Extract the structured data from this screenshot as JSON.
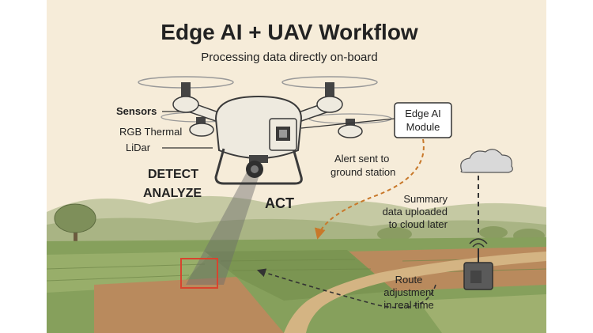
{
  "title": "Edge AI + UAV Workflow",
  "subtitle": "Processing data directly on-board",
  "sensors": {
    "heading": "Sensors",
    "line1": "RGB Thermal",
    "line2": "LiDar"
  },
  "stages": {
    "detect": "DETECT",
    "analyze": "ANALYZE",
    "act": "ACT"
  },
  "edge_module": {
    "line1": "Edge AI",
    "line2": "Module"
  },
  "alert": {
    "line1": "Alert sent to",
    "line2": "ground station"
  },
  "summary": {
    "line1": "Summary",
    "line2": "data uploaded",
    "line3": "to cloud later"
  },
  "route": {
    "line1": "Route",
    "line2": "adjustment",
    "line3": "in real time"
  },
  "colors": {
    "background": "#f6ecd9",
    "field_green": "#7f9a57",
    "field_brown": "#b98a5d",
    "path": "#d4b483",
    "drone_body": "#eeeadf",
    "outline": "#3a3a3a",
    "alert_arrow": "#c8782a",
    "detect_box": "#d8442e",
    "cloud": "#d9d9d9"
  }
}
